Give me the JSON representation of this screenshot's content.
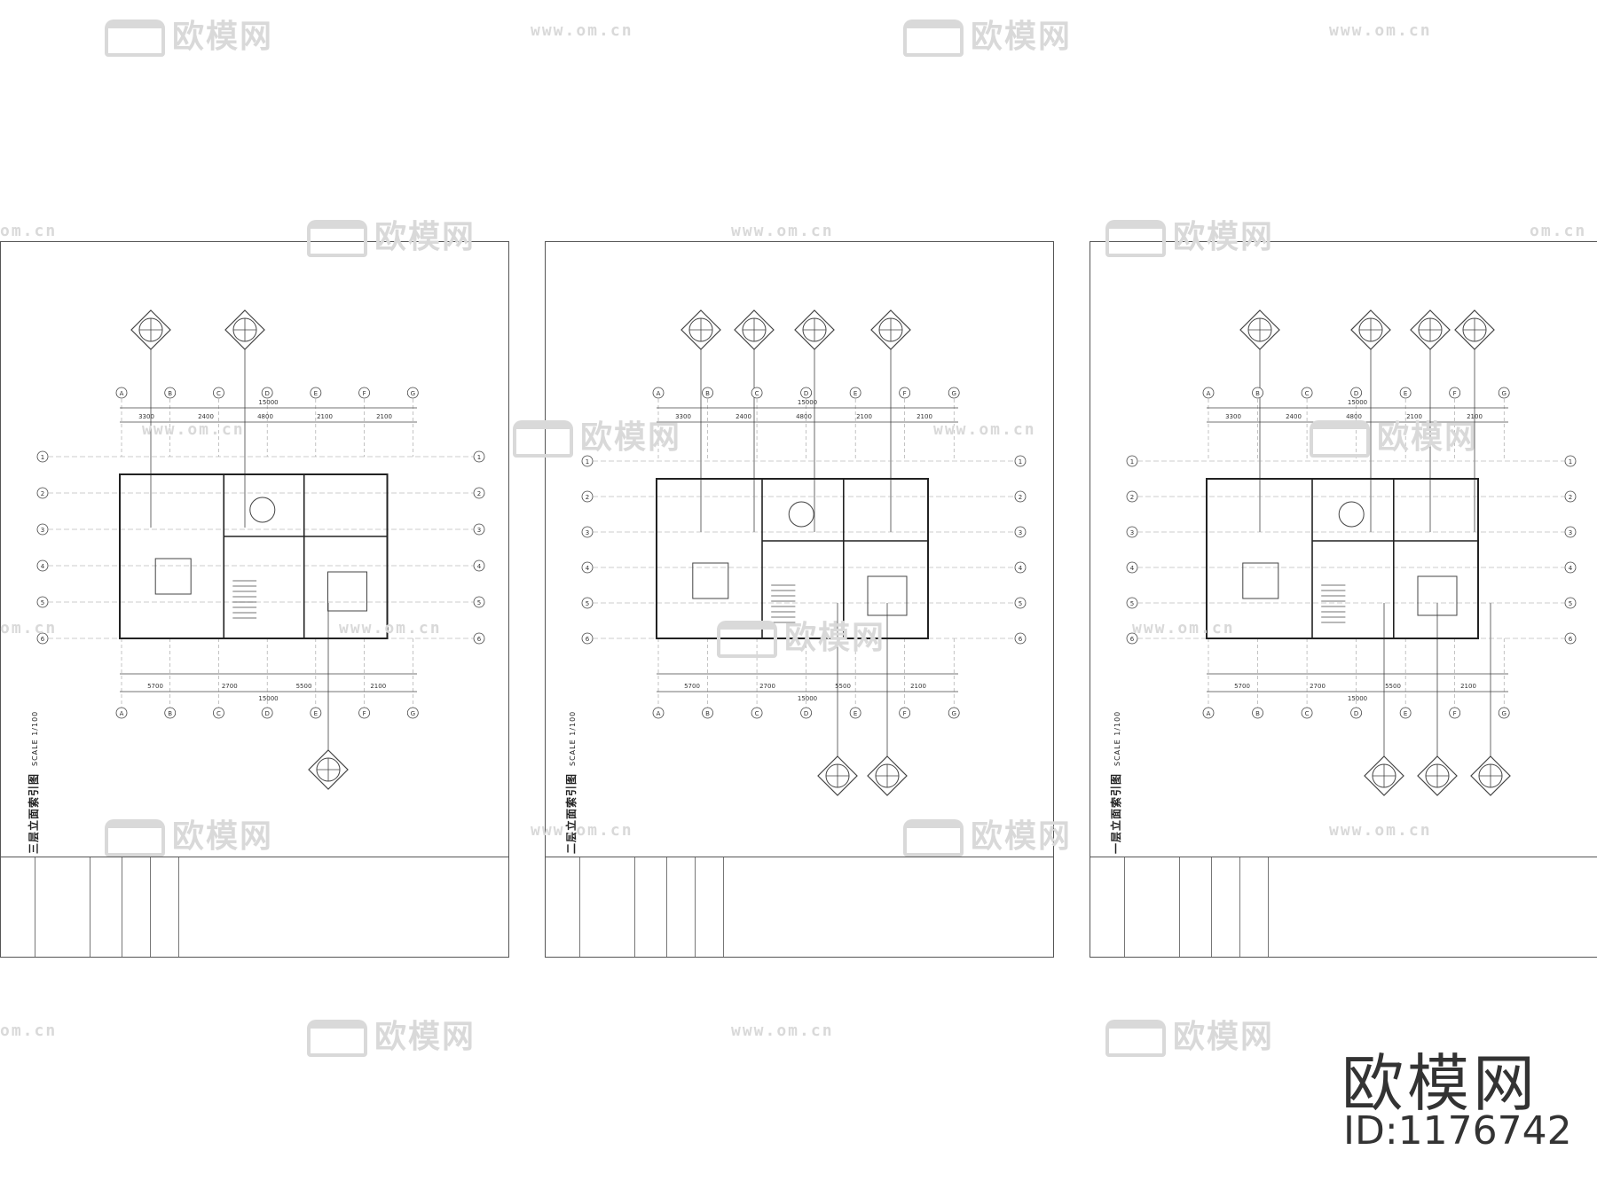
{
  "watermark": {
    "logo_text": "欧模网",
    "url_text": "www.om.cn",
    "url_partial": "om.cn"
  },
  "brand": {
    "name": "欧模网",
    "id_label": "ID:1176742"
  },
  "sheets": [
    {
      "title": "三层立面索引图",
      "scale": "SCALE 1/100"
    },
    {
      "title": "二层立面索引图",
      "scale": "SCALE 1/100"
    },
    {
      "title": "一层立面索引图",
      "scale": "SCALE 1/100"
    }
  ],
  "grid": {
    "columns_sheet1": [
      "A",
      "B",
      "C",
      "D",
      "E",
      "F",
      "G"
    ],
    "rows": [
      "1",
      "2",
      "3",
      "4",
      "5",
      "6"
    ],
    "top_dims": [
      "3300",
      "2400",
      "4800",
      "2100",
      "2100"
    ],
    "total_dim": "15000",
    "bottom_dims": [
      "5700",
      "2700",
      "5500",
      "2100"
    ]
  },
  "colors": {
    "line": "#444444",
    "watermark": "#d9d9d9",
    "brand": "#333333"
  }
}
